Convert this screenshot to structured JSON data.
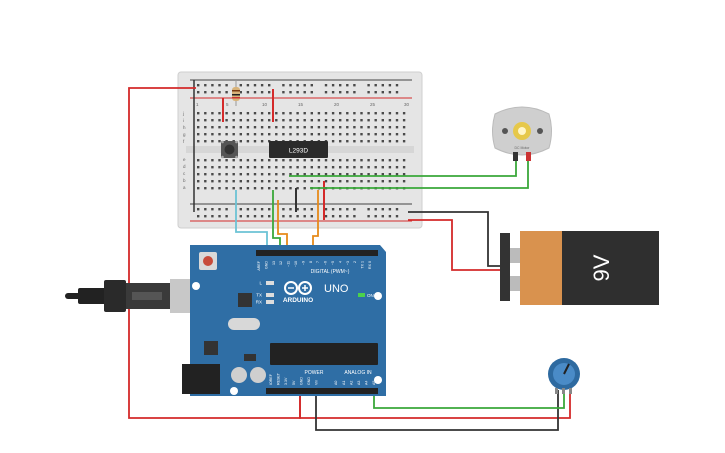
{
  "breadboard": {
    "column_numbers": [
      "1",
      "5",
      "10",
      "15",
      "20",
      "25",
      "30"
    ],
    "row_letters_top": [
      "j",
      "i",
      "h",
      "g",
      "f"
    ],
    "row_letters_bottom": [
      "e",
      "d",
      "c",
      "b",
      "a"
    ]
  },
  "ic": {
    "label": "L293D"
  },
  "arduino": {
    "logo_text": "ARDUINO",
    "model": "UNO",
    "digital_label": "DIGITAL (PWM~)",
    "power_label": "POWER",
    "analog_label": "ANALOG IN",
    "led_l": "L",
    "led_tx": "TX",
    "led_rx": "RX",
    "on_label": "ON",
    "top_pins": [
      "AREF",
      "GND",
      "13",
      "12",
      "~11",
      "~10",
      "~9",
      "8",
      "7",
      "~6",
      "~5",
      "4",
      "~3",
      "2",
      "TX 1",
      "RX 0"
    ],
    "bottom_pins": [
      "IOREF",
      "RESET",
      "3.3V",
      "5V",
      "GND",
      "GND",
      "Vin",
      "A0",
      "A1",
      "A2",
      "A3",
      "A4",
      "A5"
    ]
  },
  "battery": {
    "label": "9V"
  },
  "motor": {
    "label": "DC Motor"
  },
  "colors": {
    "red_wire": "#d42a2a",
    "black_wire": "#333333",
    "green_wire": "#3aa83a",
    "orange_wire": "#e68a1a",
    "cyan_wire": "#6cc3d5",
    "board_blue": "#2f6ea5",
    "breadboard": "#e6e6e6",
    "battery_orange": "#d9924e",
    "battery_dark": "#2f2f2f"
  }
}
